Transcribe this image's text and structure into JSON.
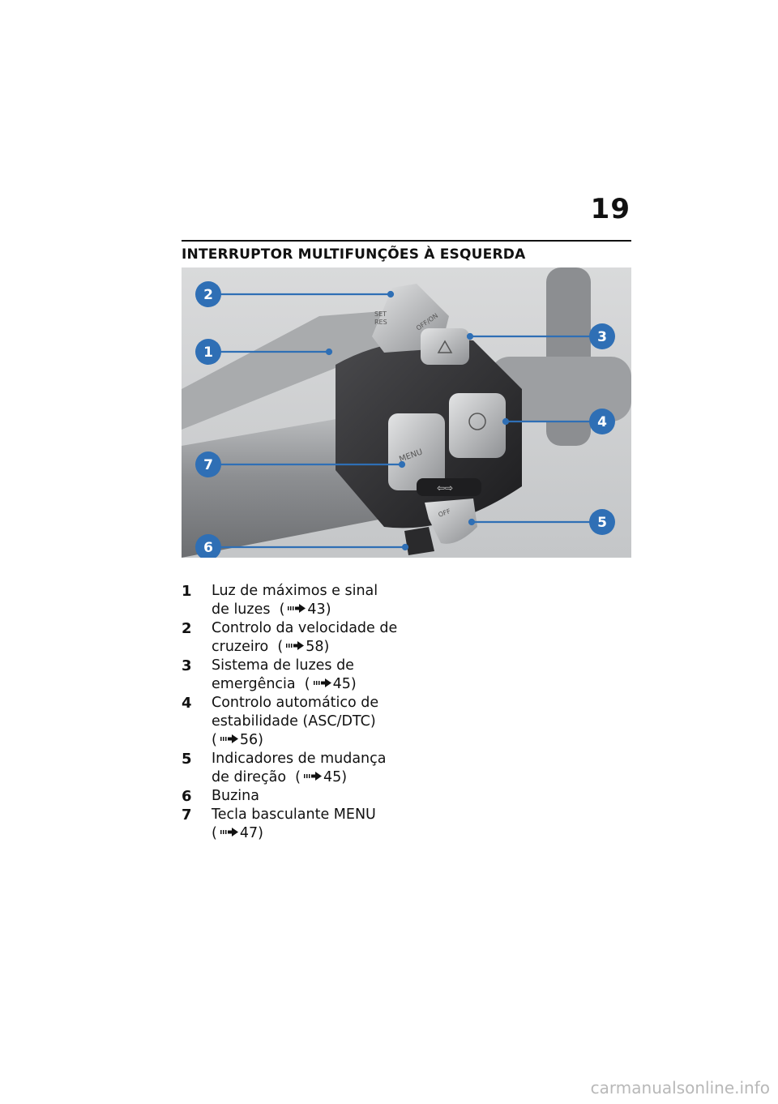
{
  "page": {
    "number": "19",
    "section_title": "INTERRUPTOR MULTIFUNÇÕES À ESQUERDA"
  },
  "figure": {
    "callouts": [
      "1",
      "2",
      "3",
      "4",
      "5",
      "6",
      "7"
    ],
    "button_labels": {
      "set_res": "SET\nRES",
      "off_on": "OFF/ON",
      "menu": "MENU",
      "off": "OFF"
    },
    "colors": {
      "callout": "#2f6fb5",
      "housing": "#2b2b2d",
      "grip": "#9a9c9e"
    }
  },
  "legend": [
    {
      "num": "1",
      "lines": [
        "Luz de máximos e sinal",
        "de luzes"
      ],
      "ref": "43)"
    },
    {
      "num": "2",
      "lines": [
        "Controlo da velocidade de",
        "cruzeiro"
      ],
      "ref": "58)"
    },
    {
      "num": "3",
      "lines": [
        "Sistema de luzes de",
        "emergência"
      ],
      "ref": "45)"
    },
    {
      "num": "4",
      "lines": [
        "Controlo automático de",
        "estabilidade (ASC/DTC)",
        ""
      ],
      "ref": "56)"
    },
    {
      "num": "5",
      "lines": [
        "Indicadores de mudança",
        "de direção"
      ],
      "ref": "45)"
    },
    {
      "num": "6",
      "lines": [
        "Buzina"
      ],
      "ref": null
    },
    {
      "num": "7",
      "lines": [
        "Tecla basculante MENU",
        ""
      ],
      "ref": "47)"
    }
  ],
  "watermark": "carmanualsonline.info"
}
